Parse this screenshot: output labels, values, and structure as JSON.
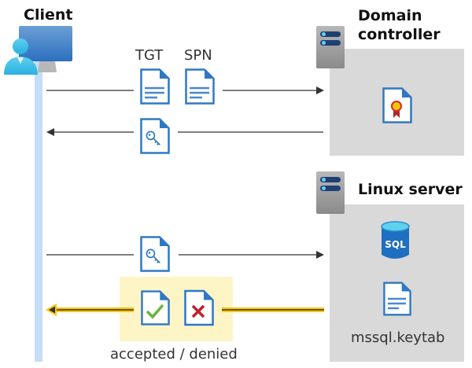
{
  "client": {
    "label": "Client",
    "icon": "user-computer-icon"
  },
  "domain_controller": {
    "label_line1": "Domain",
    "label_line2": "controller",
    "icon": "server-icon",
    "content_icon": "certificate-document-icon"
  },
  "linux_server": {
    "label": "Linux server",
    "icon": "server-icon",
    "content_icon": "sql-database-icon",
    "keytab_label": "mssql.keytab"
  },
  "messages": [
    {
      "direction": "client-to-dc",
      "labels": [
        "TGT",
        "SPN"
      ]
    },
    {
      "direction": "dc-to-client",
      "icon": "key-document-icon"
    },
    {
      "direction": "client-to-linux",
      "icon": "key-document-icon"
    },
    {
      "direction": "linux-to-client",
      "highlight": true,
      "caption": "accepted / denied",
      "icons": [
        "check-document-icon",
        "x-document-icon"
      ]
    }
  ],
  "colors": {
    "lifeline": "#c6ddf8",
    "box": "#d9d9d9",
    "highlight": "#fdf5c6",
    "yellow_arrow": "#f8c800",
    "doc_blue": "#2f78c4"
  }
}
